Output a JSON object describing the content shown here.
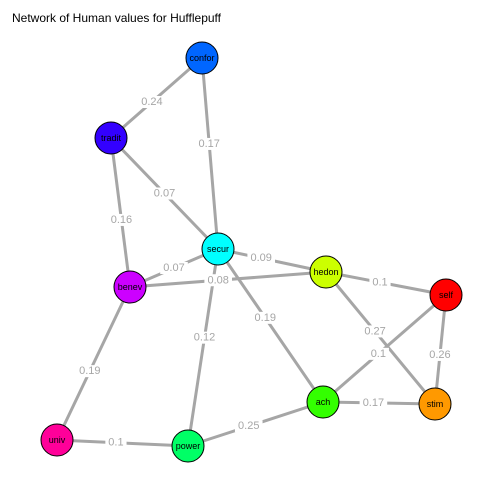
{
  "title": "Network of Human values for Hufflepuff",
  "nodes": [
    {
      "id": "confor",
      "label": "confor",
      "color": "#0066ff"
    },
    {
      "id": "tradit",
      "label": "tradit",
      "color": "#3300ff"
    },
    {
      "id": "secur",
      "label": "secur",
      "color": "#00ffff"
    },
    {
      "id": "benev",
      "label": "benev",
      "color": "#cc00ff"
    },
    {
      "id": "hedon",
      "label": "hedon",
      "color": "#ccff00"
    },
    {
      "id": "self",
      "label": "self",
      "color": "#ff0000"
    },
    {
      "id": "ach",
      "label": "ach",
      "color": "#33ff00"
    },
    {
      "id": "stim",
      "label": "stim",
      "color": "#ff9900"
    },
    {
      "id": "univ",
      "label": "univ",
      "color": "#ff0099"
    },
    {
      "id": "power",
      "label": "power",
      "color": "#00ff66"
    }
  ],
  "edges": [
    {
      "from": "tradit",
      "to": "confor",
      "label": "0.24"
    },
    {
      "from": "confor",
      "to": "secur",
      "label": "0.17"
    },
    {
      "from": "tradit",
      "to": "secur",
      "label": "0.07"
    },
    {
      "from": "tradit",
      "to": "benev",
      "label": "0.16"
    },
    {
      "from": "secur",
      "to": "benev",
      "label": "0.07"
    },
    {
      "from": "secur",
      "to": "hedon",
      "label": "0.09"
    },
    {
      "from": "benev",
      "to": "hedon",
      "label": "0.08"
    },
    {
      "from": "secur",
      "to": "power",
      "label": "0.12"
    },
    {
      "from": "secur",
      "to": "ach",
      "label": "0.19"
    },
    {
      "from": "hedon",
      "to": "self",
      "label": "0.1"
    },
    {
      "from": "hedon",
      "to": "stim",
      "label": "0.27"
    },
    {
      "from": "self",
      "to": "ach",
      "label": "0.1"
    },
    {
      "from": "self",
      "to": "stim",
      "label": "0.26"
    },
    {
      "from": "ach",
      "to": "stim",
      "label": "0.17"
    },
    {
      "from": "power",
      "to": "ach",
      "label": "0.25"
    },
    {
      "from": "benev",
      "to": "univ",
      "label": "0.19"
    },
    {
      "from": "univ",
      "to": "power",
      "label": "0.1"
    }
  ]
}
